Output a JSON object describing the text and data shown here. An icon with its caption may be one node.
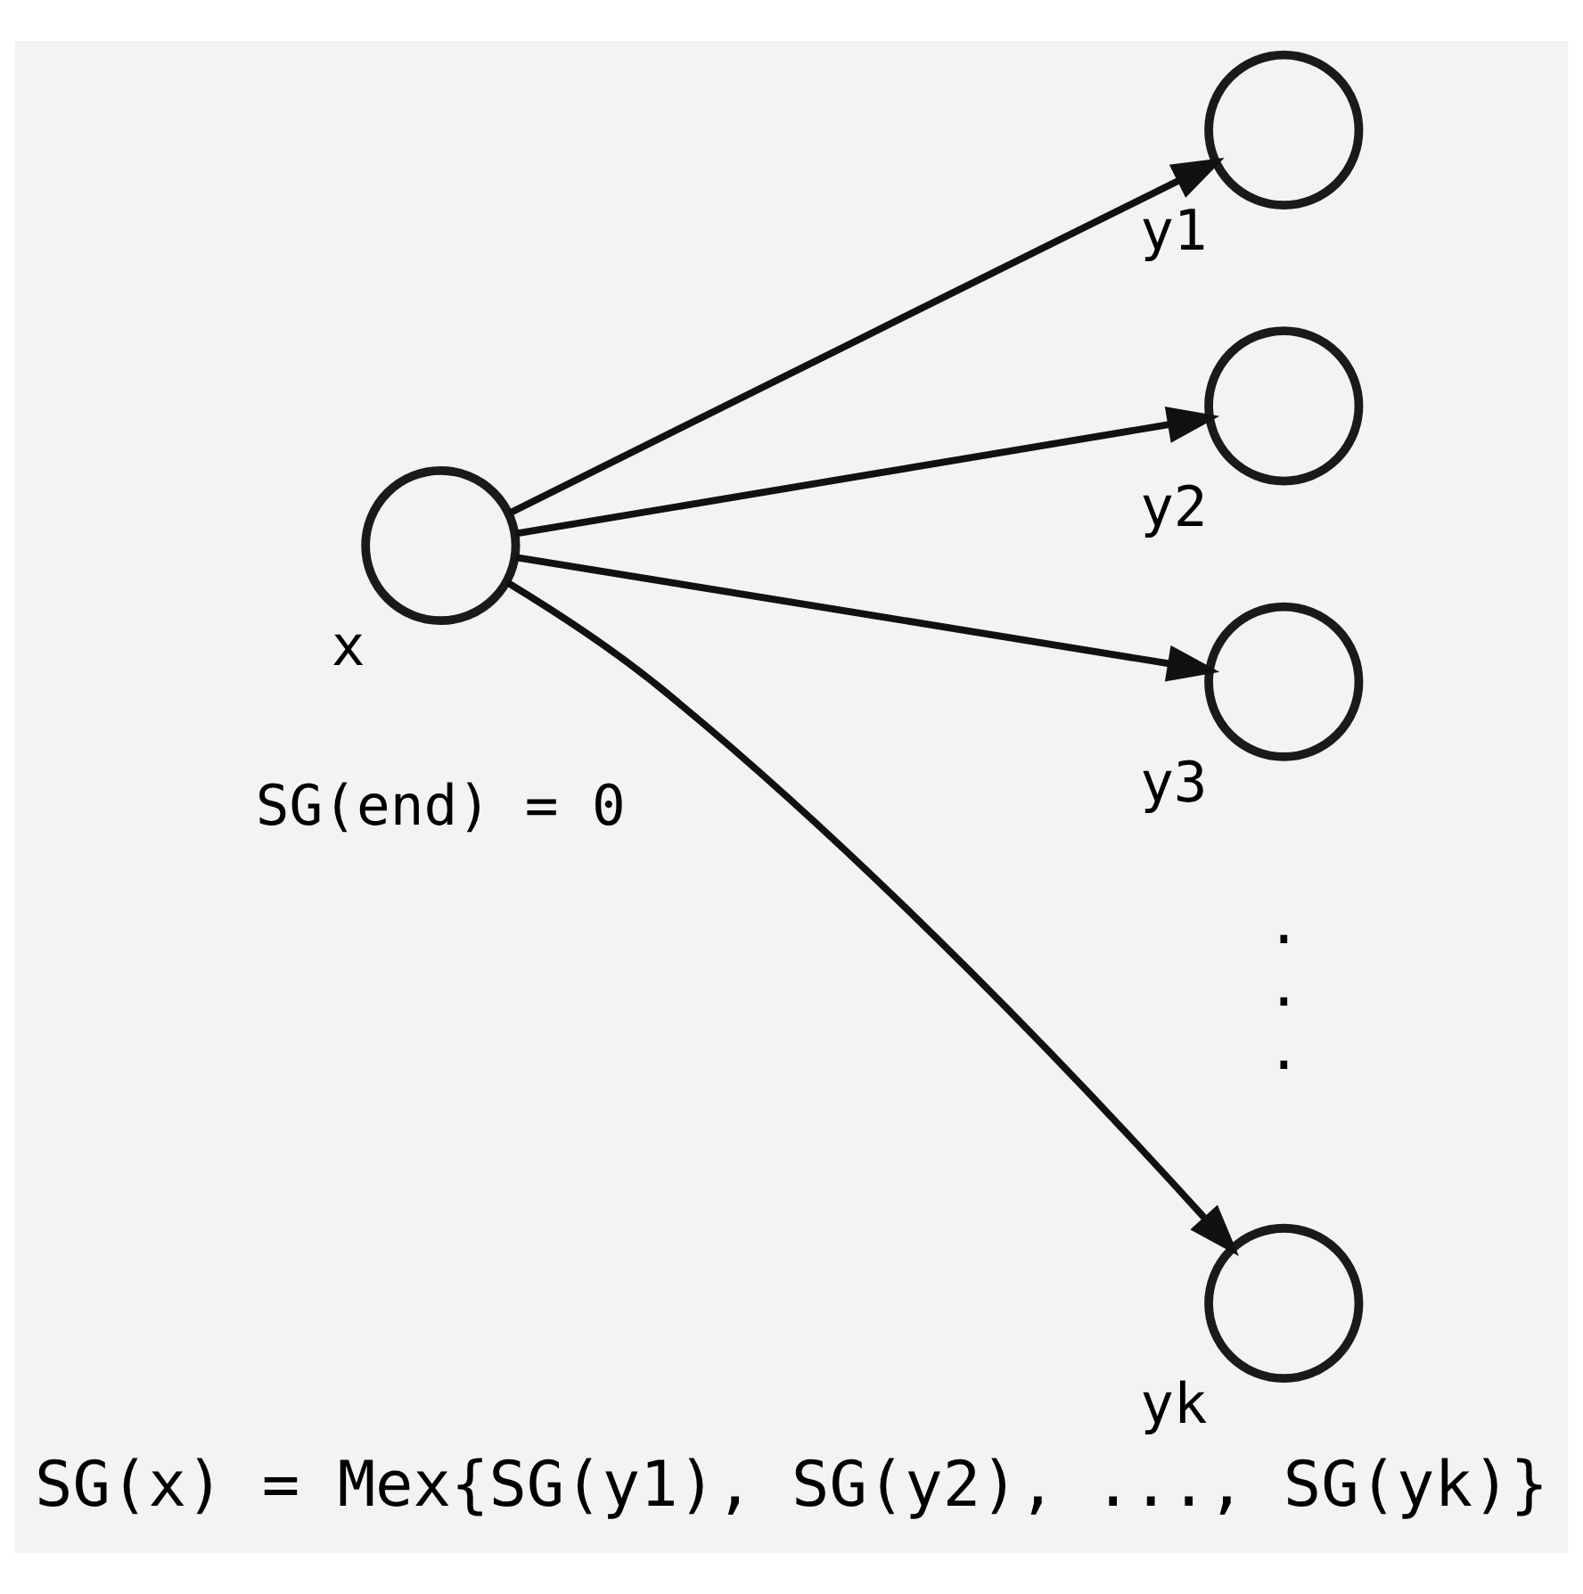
{
  "diagram": {
    "caption": "SG(x) = Mex{SG(y1), SG(y2), ..., SG(yk)}",
    "nodes": [
      {
        "text": [
          "x"
        ]
      },
      {
        "text": [
          "y1"
        ]
      },
      {
        "text": [
          "y2"
        ]
      },
      {
        "text": [
          "y3"
        ]
      },
      {
        "text": [
          "yk"
        ]
      }
    ],
    "edges": [
      {
        "from": 0,
        "to": 1,
        "arrow": "to"
      },
      {
        "from": 0,
        "to": 2,
        "arrow": "to"
      },
      {
        "from": 0,
        "to": 3,
        "arrow": "to"
      },
      {
        "from": 0,
        "to": 4,
        "arrow": "to"
      }
    ],
    "labels": [
      "SG(end) = 0",
      ".",
      ".",
      "."
    ]
  }
}
